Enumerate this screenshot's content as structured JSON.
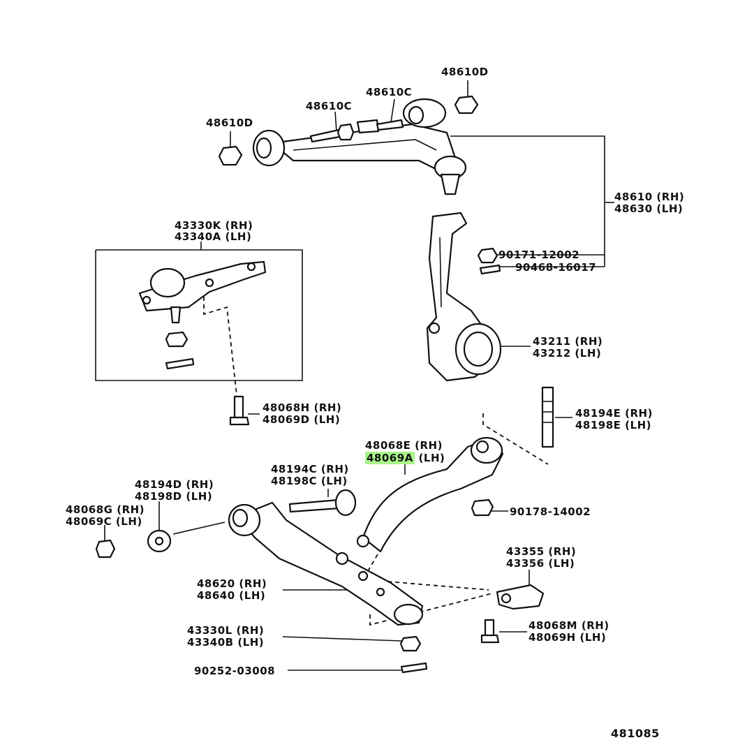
{
  "diagram": {
    "id": "481085",
    "labels": {
      "nut_upper_right": "48610D",
      "bolt_upper_right": "48610C",
      "bolt_upper_left": "48610C",
      "nut_upper_left": "48610D",
      "upper_arm_rh": "48610 (RH)",
      "upper_arm_lh": "48630 (LH)",
      "ball_joint_rh": "43330K (RH)",
      "ball_joint_lh": "43340A (LH)",
      "nut_knuckle": "90171-12002",
      "cotter_pin_knuckle": "90468-16017",
      "knuckle_rh": "43211 (RH)",
      "knuckle_lh": "43212 (LH)",
      "bolt_ball_rh": "48068H (RH)",
      "bolt_ball_lh": "48069D (LH)",
      "stud_rh": "48194E (RH)",
      "stud_lh": "48198E (LH)",
      "strut_arm_rh": "48068E (RH)",
      "strut_arm_lh": "48069A",
      "strut_arm_lh_suffix": "(LH)",
      "bolt_cam_rh": "48194C (RH)",
      "bolt_cam_lh": "48198C (LH)",
      "cam_plate_rh": "48194D (RH)",
      "cam_plate_lh": "48198D (LH)",
      "nut_cam_rh": "48068G (RH)",
      "nut_cam_lh": "48069C (LH)",
      "nut_strut": "90178-14002",
      "bracket_rh": "43355 (RH)",
      "bracket_lh": "43356 (LH)",
      "lower_arm_rh": "48620 (RH)",
      "lower_arm_lh": "48640 (LH)",
      "bolt_bracket_rh": "48068M (RH)",
      "bolt_bracket_lh": "48069H (LH)",
      "nut_lower_rh": "43330L (RH)",
      "nut_lower_lh": "43340B (LH)",
      "cotter_pin_lower": "90252-03008"
    },
    "colors": {
      "highlight": "#a9f58a",
      "ink": "#111111",
      "background": "#ffffff"
    }
  }
}
